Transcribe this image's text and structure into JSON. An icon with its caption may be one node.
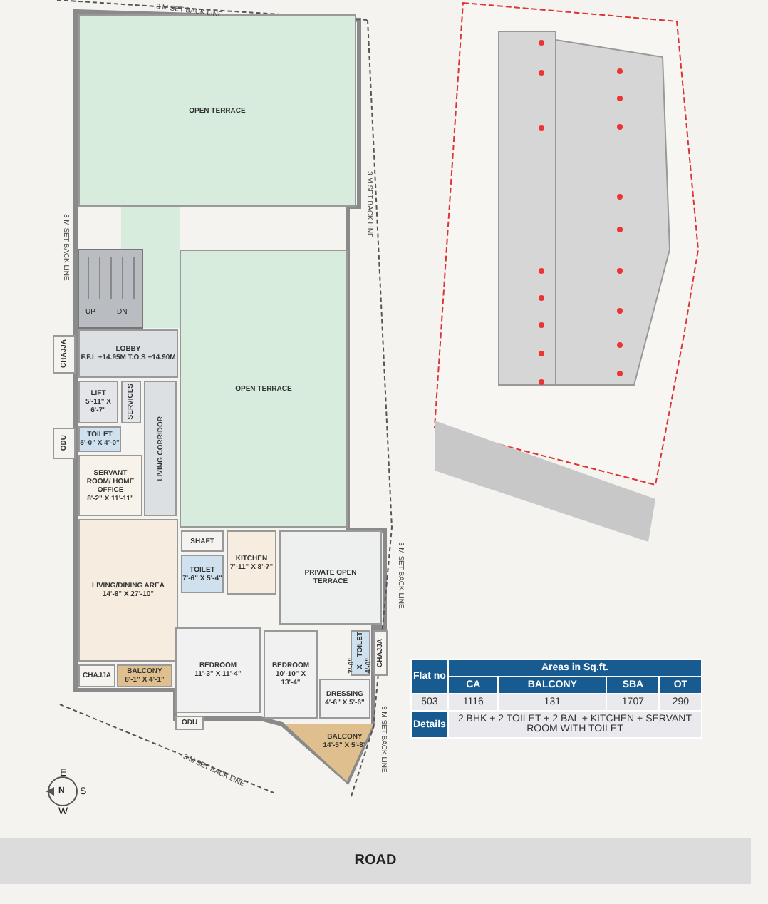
{
  "diagram": {
    "nodes": [
      {
        "text": [
          "OPEN TERRACE"
        ]
      },
      {
        "text": [
          "LOBBY",
          "F.F.L +14.95M T.O.S +14.90M"
        ]
      },
      {
        "text": [
          "CHAJJA"
        ]
      },
      {
        "text": [
          "LIFT",
          "5'-11\" X 6'-7\""
        ]
      },
      {
        "text": [
          "SERVICES"
        ]
      },
      {
        "text": [
          "LIVING CORRIDOR"
        ]
      },
      {
        "text": [
          "OPEN TERRACE"
        ]
      },
      {
        "text": [
          "ODU"
        ]
      },
      {
        "text": [
          "TOILET",
          "5'-0\" X 4'-0\""
        ]
      },
      {
        "text": [
          "SERVANT ROOM/ HOME OFFICE",
          "8'-2\" X 11'-11\""
        ]
      },
      {
        "text": [
          "LIVING/DINING AREA",
          "14'-8\" X 27'-10\""
        ]
      },
      {
        "text": [
          "SHAFT"
        ]
      },
      {
        "text": [
          "TOILET",
          "7'-6\" X 5'-4\""
        ]
      },
      {
        "text": [
          "KITCHEN",
          "7'-11\" X 8'-7\""
        ]
      },
      {
        "text": [
          "PRIVATE OPEN TERRACE"
        ]
      },
      {
        "text": [
          "CHAJJA"
        ]
      },
      {
        "text": [
          "BALCONY",
          "8'-1\" X 4'-1\""
        ]
      },
      {
        "text": [
          "BEDROOM",
          "11'-3\" X 11'-4\""
        ]
      },
      {
        "text": [
          "ODU"
        ]
      },
      {
        "text": [
          "BEDROOM",
          "10'-10\" X 13'-4\""
        ]
      },
      {
        "text": [
          "TOILET",
          "7'-0\" X 4'-0\""
        ]
      },
      {
        "text": [
          "CHAJJA"
        ]
      },
      {
        "text": [
          "DRESSING",
          "4'-6\" X 5'-6\""
        ]
      },
      {
        "text": [
          "BALCONY",
          "14'-5\" X 5'-8\""
        ]
      },
      {
        "text": [
          "ROAD"
        ]
      }
    ],
    "labels": [
      "3 M SET BACK LINE",
      "3 M SET BACK LINE",
      "3 M SET BACK LINE",
      "3 M SET BACK LINE",
      "3 M SET BACK LINE",
      "3 M SET BACK LINE",
      "UP",
      "DN",
      "E",
      "N",
      "S",
      "W",
      "Flat no",
      "Areas in Sq.ft.",
      "CA",
      "BALCONY",
      "SBA",
      "OT",
      "503",
      "1116",
      "131",
      "1707",
      "290",
      "Details",
      "2 BHK + 2 TOILET + 2 BAL + KITCHEN + SERVANT ROOM WITH TOILET"
    ]
  }
}
